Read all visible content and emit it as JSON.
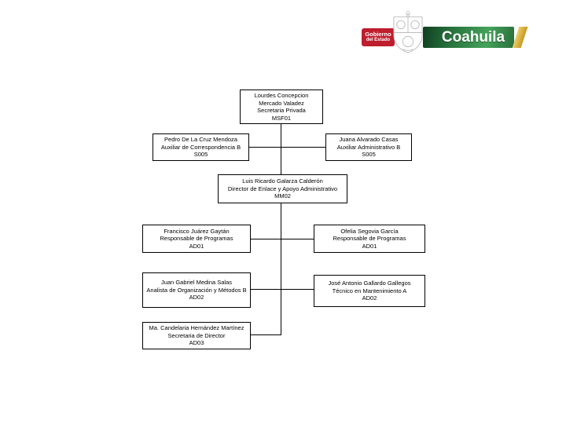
{
  "logo": {
    "agency_line1": "Gobierno",
    "agency_line2": "del Estado",
    "state_name": "Coahuila",
    "colors": {
      "badge_red": "#BE1E2D",
      "bar_green_dark": "#0F3F20",
      "bar_green": "#2E8446",
      "bar_green_light": "#44A35A",
      "slash_gold": "#C9971F",
      "crest_gray": "#BDBDBD"
    }
  },
  "org_chart": {
    "nodes": [
      {
        "role": "secretaria-privada",
        "name": "Lourdes Concepcion Mercado Valadez",
        "title": "Secretaria Privada",
        "code": "MSF01"
      },
      {
        "role": "auxiliar-correspondencia",
        "name": "Pedro De La Cruz Mendoza",
        "title": "Auxiliar de Correspondencia B",
        "code": "S005"
      },
      {
        "role": "auxiliar-administrativo",
        "name": "Juana Alvarado Casas",
        "title": "Auxiliar Administrativo B",
        "code": "S005"
      },
      {
        "role": "director-enlace",
        "name": "Luis Ricardo Galarza Calderón",
        "title": "Director de Enlace y Apoyo Administrativo",
        "code": "MM02"
      },
      {
        "role": "responsable-programas-1",
        "name": "Francisco Juárez Gaytán",
        "title": "Responsable de Programas",
        "code": "AD01"
      },
      {
        "role": "responsable-programas-2",
        "name": "Ofelia Segovia García",
        "title": "Responsable de Programas",
        "code": "AD01"
      },
      {
        "role": "analista-organizacion",
        "name": "Juan Gabriel Medina Salas",
        "title": "Analista de Organización y Métodos B",
        "code": "AD02"
      },
      {
        "role": "tecnico-mantenimiento",
        "name": "José Antonio Gallardo Gallegos",
        "title": "Técnico en Mantenimiento A",
        "code": "AD02"
      },
      {
        "role": "secretaria-director",
        "name": "Ma. Candelaria Hernández Martínez",
        "title": "Secretaria de Director",
        "code": "AD03"
      }
    ]
  }
}
